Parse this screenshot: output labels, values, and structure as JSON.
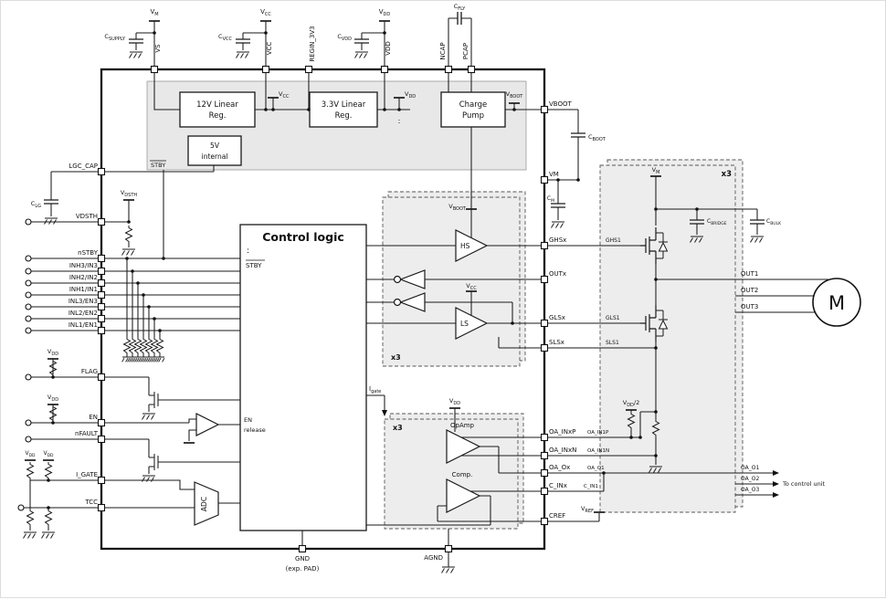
{
  "figure": {
    "type": "block-diagram",
    "subject": "Three-phase gate driver IC with external power stage and motor"
  },
  "colors": {
    "chip_border": "#111111",
    "section_fill": "#e8e8e8",
    "dashed_fill": "#ededed",
    "wire": "#1a1a1a"
  },
  "top": {
    "vm": {
      "m": "V",
      "s": "M"
    },
    "c_supply": {
      "m": "C",
      "s": "SUPPLY"
    },
    "pin_vs": "VS",
    "vcc": {
      "m": "V",
      "s": "CC"
    },
    "c_vcc": {
      "m": "C",
      "s": "VCC"
    },
    "pin_vcc": "VCC",
    "pin_regin": "REGIN_3V3",
    "vdd": {
      "m": "V",
      "s": "DD"
    },
    "c_vdd": {
      "m": "C",
      "s": "VDD"
    },
    "pin_vdd": "VDD",
    "c_fly": {
      "m": "C",
      "s": "FLY"
    },
    "pin_ncap": "NCAP",
    "pin_pcap": "PCAP"
  },
  "power": {
    "reg12": [
      "12V Linear",
      "Reg."
    ],
    "reg33": [
      "3.3V Linear",
      "Reg."
    ],
    "charge_pump": [
      "Charge",
      "Pump"
    ],
    "reg5": [
      "5V",
      "internal"
    ],
    "vcc_rail": {
      "m": "V",
      "s": "CC"
    },
    "vdd_rail": {
      "m": "V",
      "s": "DD"
    },
    "vboot_rail": {
      "m": "V",
      "s": "BOOT"
    },
    "stby": "STBY",
    "dots": ":"
  },
  "left": {
    "lgc_cap": "LGC_CAP",
    "c_lg": {
      "m": "C",
      "s": "LG"
    },
    "vdsth_rail": {
      "m": "V",
      "s": "DSTH"
    },
    "vdsth": "VDSTH",
    "inputs": [
      "nSTBY",
      "INH3/IN3",
      "INH2/IN2",
      "INH1/IN1",
      "INL3/EN3",
      "INL2/EN2",
      "INL1/EN1"
    ],
    "vdd_pullup": {
      "m": "V",
      "s": "DD"
    },
    "flag": "FLAG",
    "en": "EN",
    "nfault": "nFAULT",
    "i_gate": "I_GATE",
    "tcc": "TCC",
    "adc": "ADC"
  },
  "control": {
    "title": "Control logic",
    "dots": ":",
    "stby": "STBY",
    "en_release": [
      "EN",
      "release"
    ],
    "i_gate": {
      "m": "I",
      "s": "gate"
    }
  },
  "driver": {
    "x3": "x3",
    "vboot": {
      "m": "V",
      "s": "BOOT"
    },
    "hs": "HS",
    "vcc": {
      "m": "V",
      "s": "CC"
    },
    "ls": "LS"
  },
  "analog": {
    "x3": "x3",
    "vdd": {
      "m": "V",
      "s": "DD"
    },
    "opamp": "OpAmp",
    "comp": "Comp."
  },
  "pins_right": [
    "VBOOT",
    "VM",
    "GHSx",
    "OUTx",
    "GLSx",
    "SLSx",
    "OA_INxP",
    "OA_INxN",
    "OA_Ox",
    "C_INx",
    "CREF"
  ],
  "bottom": {
    "gnd": "GND",
    "gnd2": "(exp. PAD)",
    "agnd": "AGND"
  },
  "external": {
    "c_boot": {
      "m": "C",
      "s": "BOOT"
    },
    "c_m": {
      "m": "C",
      "s": "M"
    },
    "x3": "x3",
    "vm_rail": {
      "m": "V",
      "s": "M"
    },
    "c_bridge": {
      "m": "C",
      "s": "BRIDGE"
    },
    "c_bulk": {
      "m": "C",
      "s": "BULK"
    },
    "ghs1": "GHS1",
    "gls1": "GLS1",
    "sls1": "SLS1",
    "out1": "OUT1",
    "out2": "OUT2",
    "out3": "OUT3",
    "motor": "M",
    "vdd2": {
      "m": "V",
      "s": "DD",
      "r": "/2"
    },
    "oa_in1p": "OA_IN1P",
    "oa_in1n": "OA_IN1N",
    "oa_o1": "OA_O1",
    "c_in1": "C_IN1",
    "oa_o2": "OA_O2",
    "oa_o3": "OA_O3",
    "to_control_unit": "To control unit",
    "vref": {
      "m": "V",
      "s": "REF"
    }
  }
}
